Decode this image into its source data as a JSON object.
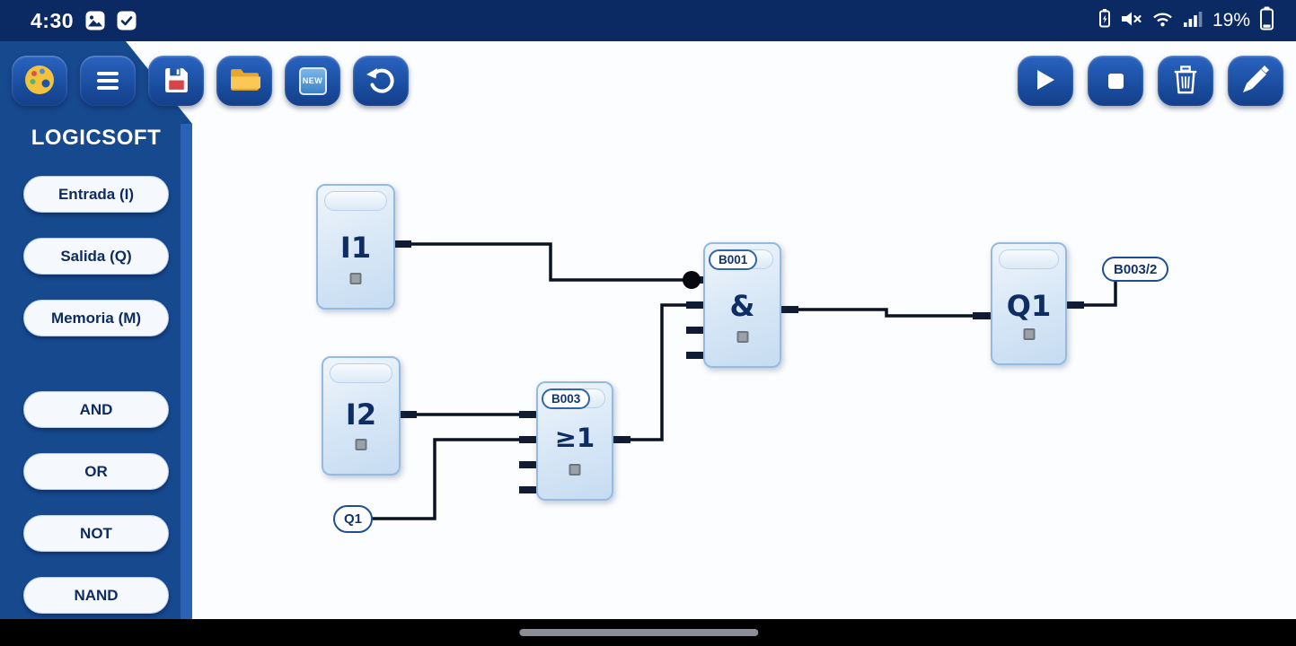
{
  "status_bar": {
    "time": "4:30",
    "battery_percent": "19%",
    "left_icons": [
      {
        "icon": "gallery-icon"
      },
      {
        "icon": "checkbox-icon"
      }
    ],
    "right_icons": [
      {
        "icon": "battery-saver-icon"
      },
      {
        "icon": "mute-icon"
      },
      {
        "icon": "wifi-icon"
      },
      {
        "icon": "signal-icon"
      },
      {
        "icon": "battery-icon"
      }
    ]
  },
  "toolbar": {
    "left_buttons": [
      {
        "id": "palette",
        "icon": "palette-icon"
      },
      {
        "id": "menu",
        "icon": "menu-icon"
      },
      {
        "id": "save",
        "icon": "save-icon"
      },
      {
        "id": "open",
        "icon": "open-folder-icon"
      },
      {
        "id": "new",
        "icon": "new-file-icon",
        "text": "NEW"
      },
      {
        "id": "undo",
        "icon": "undo-icon"
      }
    ],
    "right_buttons": [
      {
        "id": "run",
        "icon": "play-icon"
      },
      {
        "id": "stop",
        "icon": "stop-icon"
      },
      {
        "id": "delete",
        "icon": "trash-icon"
      },
      {
        "id": "edit",
        "icon": "pencil-icon"
      }
    ]
  },
  "sidebar": {
    "title": "LOGICSOFT",
    "io_items": [
      {
        "label": "Entrada (I)"
      },
      {
        "label": "Salida (Q)"
      },
      {
        "label": "Memoria (M)"
      }
    ],
    "gate_items": [
      {
        "label": "AND"
      },
      {
        "label": "OR"
      },
      {
        "label": "NOT"
      },
      {
        "label": "NAND"
      }
    ]
  },
  "canvas": {
    "blocks": [
      {
        "id": "I1",
        "type": "input",
        "label": "I1",
        "badge": ""
      },
      {
        "id": "I2",
        "type": "input",
        "label": "I2",
        "badge": ""
      },
      {
        "id": "B003",
        "type": "or-gate",
        "label": "≥1",
        "badge": "B003"
      },
      {
        "id": "B001",
        "type": "and-gate",
        "label": "&",
        "badge": "B001"
      },
      {
        "id": "Q1",
        "type": "output",
        "label": "Q1",
        "badge": ""
      }
    ],
    "connector_labels": [
      {
        "id": "q1-ref",
        "label": "Q1"
      },
      {
        "id": "b003-2-ref",
        "label": "B003/2"
      }
    ]
  },
  "colors": {
    "status_bar_bg": "#0b2a63",
    "button_blue": "#1d55a9",
    "sidebar_bg": "#17498f",
    "text_navy": "#0d2b5e",
    "block_fill": "#d9e7f6",
    "wire": "#0a1322"
  }
}
